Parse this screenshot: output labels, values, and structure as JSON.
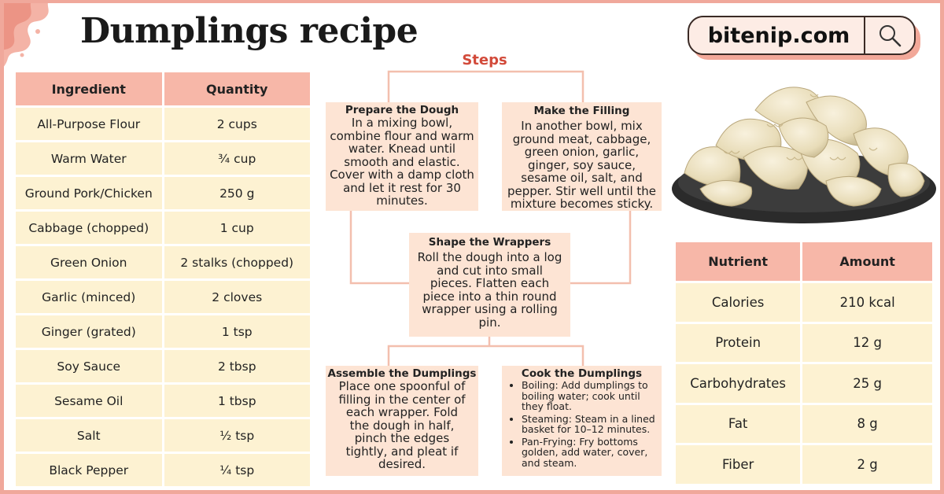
{
  "header": {
    "title": "Dumplings recipe",
    "brand": "bitenip.com",
    "search_icon": "search-icon"
  },
  "ingredients": {
    "columns": [
      "Ingredient",
      "Quantity"
    ],
    "rows": [
      [
        "All-Purpose Flour",
        "2 cups"
      ],
      [
        "Warm Water",
        "¾ cup"
      ],
      [
        "Ground Pork/Chicken",
        "250 g"
      ],
      [
        "Cabbage (chopped)",
        "1 cup"
      ],
      [
        "Green Onion",
        "2 stalks (chopped)"
      ],
      [
        "Garlic (minced)",
        "2 cloves"
      ],
      [
        "Ginger (grated)",
        "1 tsp"
      ],
      [
        "Soy Sauce",
        "2 tbsp"
      ],
      [
        "Sesame Oil",
        "1 tbsp"
      ],
      [
        "Salt",
        "½ tsp"
      ],
      [
        "Black Pepper",
        "¼ tsp"
      ]
    ]
  },
  "steps": {
    "title": "Steps",
    "prepare": {
      "heading": "Prepare the Dough",
      "text": "In a mixing bowl, combine flour and warm water. Knead until smooth and elastic. Cover with a damp cloth and let it rest for 30 minutes."
    },
    "filling": {
      "heading": "Make the Filling",
      "text": "In another bowl, mix ground meat, cabbage, green onion, garlic, ginger, soy sauce, sesame oil, salt, and pepper. Stir well until the mixture becomes sticky."
    },
    "shape": {
      "heading": "Shape the Wrappers",
      "text": "Roll the dough into a log and cut into small pieces. Flatten each piece into a thin round wrapper using a rolling pin."
    },
    "assemble": {
      "heading": "Assemble the Dumplings",
      "text": "Place one spoonful of filling in the center of each wrapper. Fold the dough in half, pinch the edges tightly, and pleat if desired."
    },
    "cook": {
      "heading": "Cook the Dumplings",
      "items": [
        "Boiling: Add dumplings to boiling water; cook until they float.",
        "Steaming: Steam in a lined basket for 10–12 minutes.",
        "Pan-Frying: Fry bottoms golden, add water, cover, and steam."
      ]
    }
  },
  "nutrition": {
    "columns": [
      "Nutrient",
      "Amount"
    ],
    "rows": [
      [
        "Calories",
        "210 kcal"
      ],
      [
        "Protein",
        "12 g"
      ],
      [
        "Carbohydrates",
        "25 g"
      ],
      [
        "Fat",
        "8 g"
      ],
      [
        "Fiber",
        "2 g"
      ]
    ]
  },
  "colors": {
    "header_cell": "#f7b7a8",
    "body_cell": "#fdf2d2",
    "step_box": "#fde4d4",
    "accent": "#d24a3a",
    "border": "#f0a89b"
  }
}
